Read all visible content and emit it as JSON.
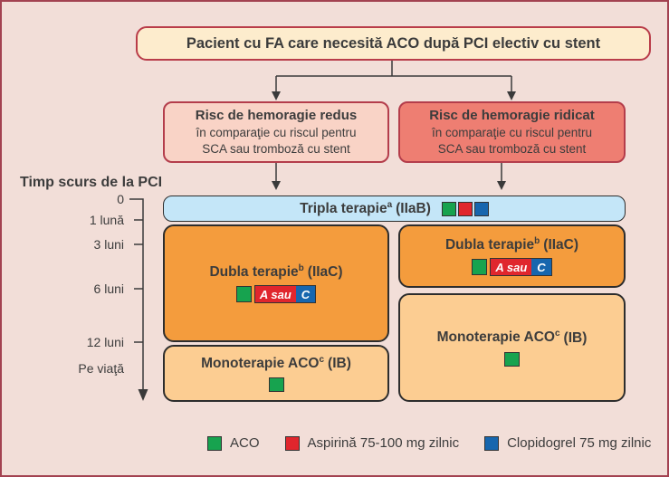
{
  "colors": {
    "background": "#f2ded8",
    "frame_border": "#a34251",
    "top_box_fill": "#fdeccd",
    "red_border": "#b93c49",
    "risk_low_fill": "#f9d3c6",
    "risk_high_fill": "#ee7e72",
    "triple_bar_fill": "#c4e6f8",
    "dual_box_fill": "#f49c3d",
    "mono_box_fill": "#fccd92",
    "dark_border": "#2d2d2d",
    "line_color": "#3a3a3a",
    "text_color": "#3c3c3c",
    "aco_green": "#17a34f",
    "aspirin_red": "#e0262d",
    "clopidogrel_blue": "#1766ae"
  },
  "header": {
    "title": "Pacient cu FA care necesită ACO după PCI electiv cu stent"
  },
  "risk_low": {
    "title": "Risc de hemoragie redus",
    "line1": "în comparaţie cu riscul pentru",
    "line2": "SCA sau tromboză cu stent"
  },
  "risk_high": {
    "title": "Risc de hemoragie ridicat",
    "line1": "în comparaţie cu riscul pentru",
    "line2": "SCA sau tromboză cu stent"
  },
  "axis": {
    "title": "Timp scurs de la PCI",
    "ticks": [
      "0",
      "1 lună",
      "3 luni",
      "6 luni",
      "12 luni",
      "Pe viaţă"
    ]
  },
  "therapy": {
    "triple": {
      "label": "Tripla terapie",
      "sup": "a",
      "grade": "(IIaB)"
    },
    "dual": {
      "label": "Dubla terapie",
      "sup": "b",
      "grade": "(IIaC)"
    },
    "mono": {
      "label": "Monoterapie ACO",
      "sup": "c",
      "grade": "(IB)"
    },
    "badge": {
      "left": "A sau",
      "right": "C"
    }
  },
  "legend": {
    "items": [
      {
        "color": "#17a34f",
        "label": "ACO"
      },
      {
        "color": "#e0262d",
        "label": "Aspirină 75-100 mg zilnic"
      },
      {
        "color": "#1766ae",
        "label": "Clopidogrel 75 mg zilnic"
      }
    ]
  }
}
